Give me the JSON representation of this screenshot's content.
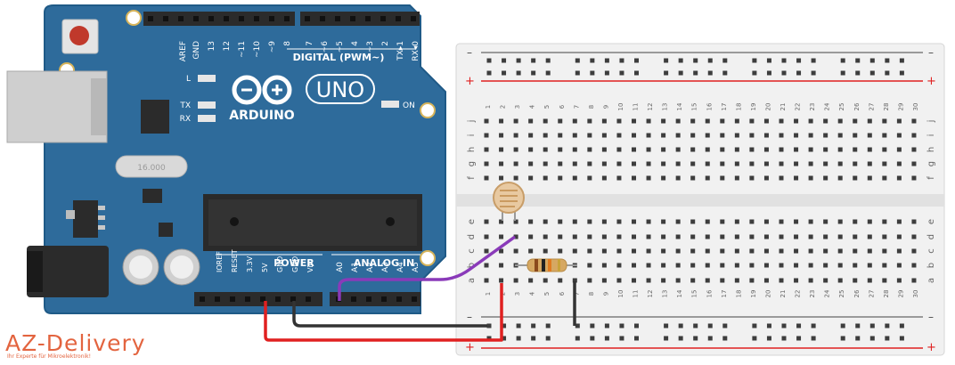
{
  "arduino": {
    "brand": "ARDUINO",
    "model": "UNO",
    "digital_header": "DIGITAL (PWM~)",
    "power_header": "POWER",
    "analog_header": "ANALOG IN",
    "crystal": "16.000",
    "leds": [
      "L",
      "TX",
      "RX"
    ],
    "on_label": "ON",
    "digital_pins": [
      "AREF",
      "GND",
      "13",
      "12",
      "~11",
      "~10",
      "~9",
      "8",
      "7",
      "~6",
      "~5",
      "4",
      "~3",
      "2",
      "TX▸1",
      "RX◂0"
    ],
    "power_pins": [
      "IOREF",
      "RESET",
      "3.3V",
      "5V",
      "GND",
      "GND",
      "Vin"
    ],
    "analog_pins": [
      "A0",
      "A1",
      "A2",
      "A3",
      "A4",
      "A5"
    ]
  },
  "breadboard": {
    "columns": 30,
    "rows_top": [
      "j",
      "i",
      "h",
      "g",
      "f"
    ],
    "rows_bottom": [
      "e",
      "d",
      "c",
      "b",
      "a"
    ],
    "rail_minus": "–",
    "rail_plus": "+"
  },
  "wires": [
    {
      "name": "5V",
      "color": "#e02020"
    },
    {
      "name": "GND",
      "color": "#333333"
    },
    {
      "name": "A0",
      "color": "#8a3ab9"
    }
  ],
  "components": [
    "photoresistor",
    "resistor"
  ],
  "branding": {
    "name": "AZ-Delivery",
    "tagline": "Ihr Experte für Mikroelektronik!"
  },
  "colors": {
    "board": "#2e6b9b",
    "board_edge": "#1f5a87",
    "breadboard": "#f1f1f1",
    "rail_red": "#e02020",
    "brand": "#e3643f"
  }
}
